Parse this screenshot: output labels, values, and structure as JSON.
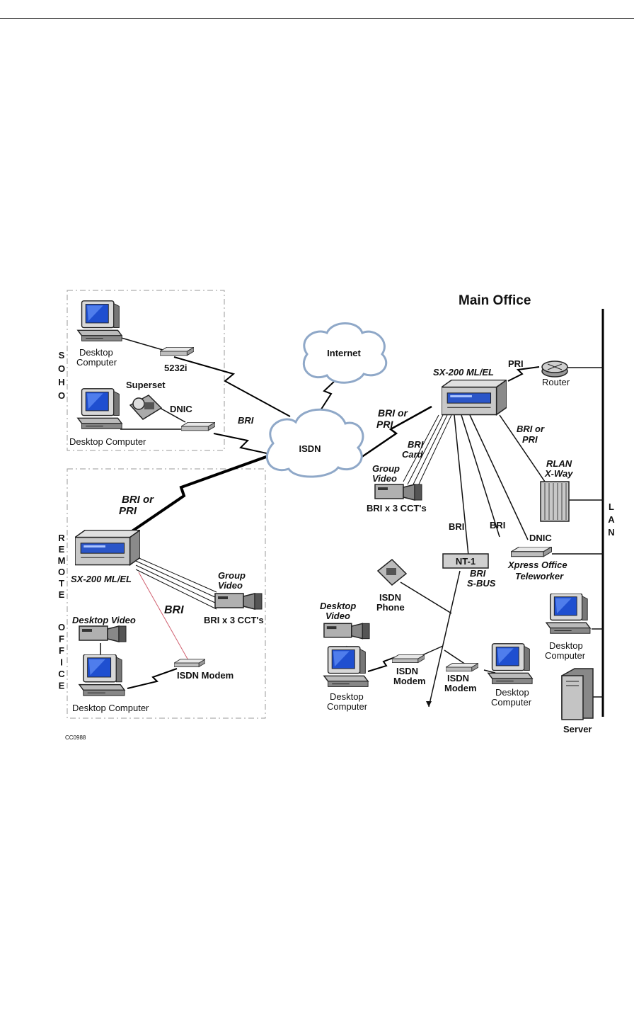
{
  "title": "Main Office",
  "soho_vertical": "SOHO",
  "remote_office_vertical": [
    "REMOTE",
    "OFFICE"
  ],
  "lan_vertical": "LAN",
  "figure_code": "CC0988",
  "clouds": {
    "internet": "Internet",
    "isdn": "ISDN"
  },
  "soho": {
    "desktop_computer_1": [
      "Desktop",
      "Computer"
    ],
    "device_5232i": "5232i",
    "superset": "Superset",
    "dnic": "DNIC",
    "desktop_computer_2": "Desktop Computer",
    "bri": "BRI"
  },
  "remote_office": {
    "bri_or_pri": [
      "BRI or",
      "PRI"
    ],
    "sx200": "SX-200 ML/EL",
    "group_video": [
      "Group",
      "Video"
    ],
    "bri_x3": "BRI x 3 CCT's",
    "bri": "BRI",
    "desktop_video": "Desktop Video",
    "isdn_modem": "ISDN Modem",
    "desktop_computer": "Desktop Computer"
  },
  "main_office": {
    "bri_or_pri_left": [
      "BRI or",
      "PRI"
    ],
    "sx200": "SX-200 ML/EL",
    "pri": "PRI",
    "router": "Router",
    "bri_or_pri_right": [
      "BRI or",
      "PRI"
    ],
    "bri_card": [
      "BRI",
      "Card"
    ],
    "group_video": [
      "Group",
      "Video"
    ],
    "bri_x3": "BRI x 3 CCT's",
    "rlan": [
      "RLAN",
      "X-Way"
    ],
    "bri_1": "BRI",
    "bri_2": "BRI",
    "dnic": "DNIC",
    "nt1": "NT-1",
    "bri_sbus": [
      "BRI",
      "S-BUS"
    ],
    "xpress": [
      "Xpress  Office",
      "Teleworker"
    ],
    "isdn_phone": [
      "ISDN",
      "Phone"
    ],
    "desktop_video": [
      "Desktop",
      "Video"
    ],
    "isdn_modem_1": [
      "ISDN",
      "Modem"
    ],
    "isdn_modem_2": [
      "ISDN",
      "Modem"
    ],
    "desktop_computer_1": [
      "Desktop",
      "Computer"
    ],
    "desktop_computer_2": [
      "Desktop",
      "Computer"
    ],
    "desktop_computer_3": [
      "Desktop",
      "Computer"
    ],
    "server": "Server"
  }
}
